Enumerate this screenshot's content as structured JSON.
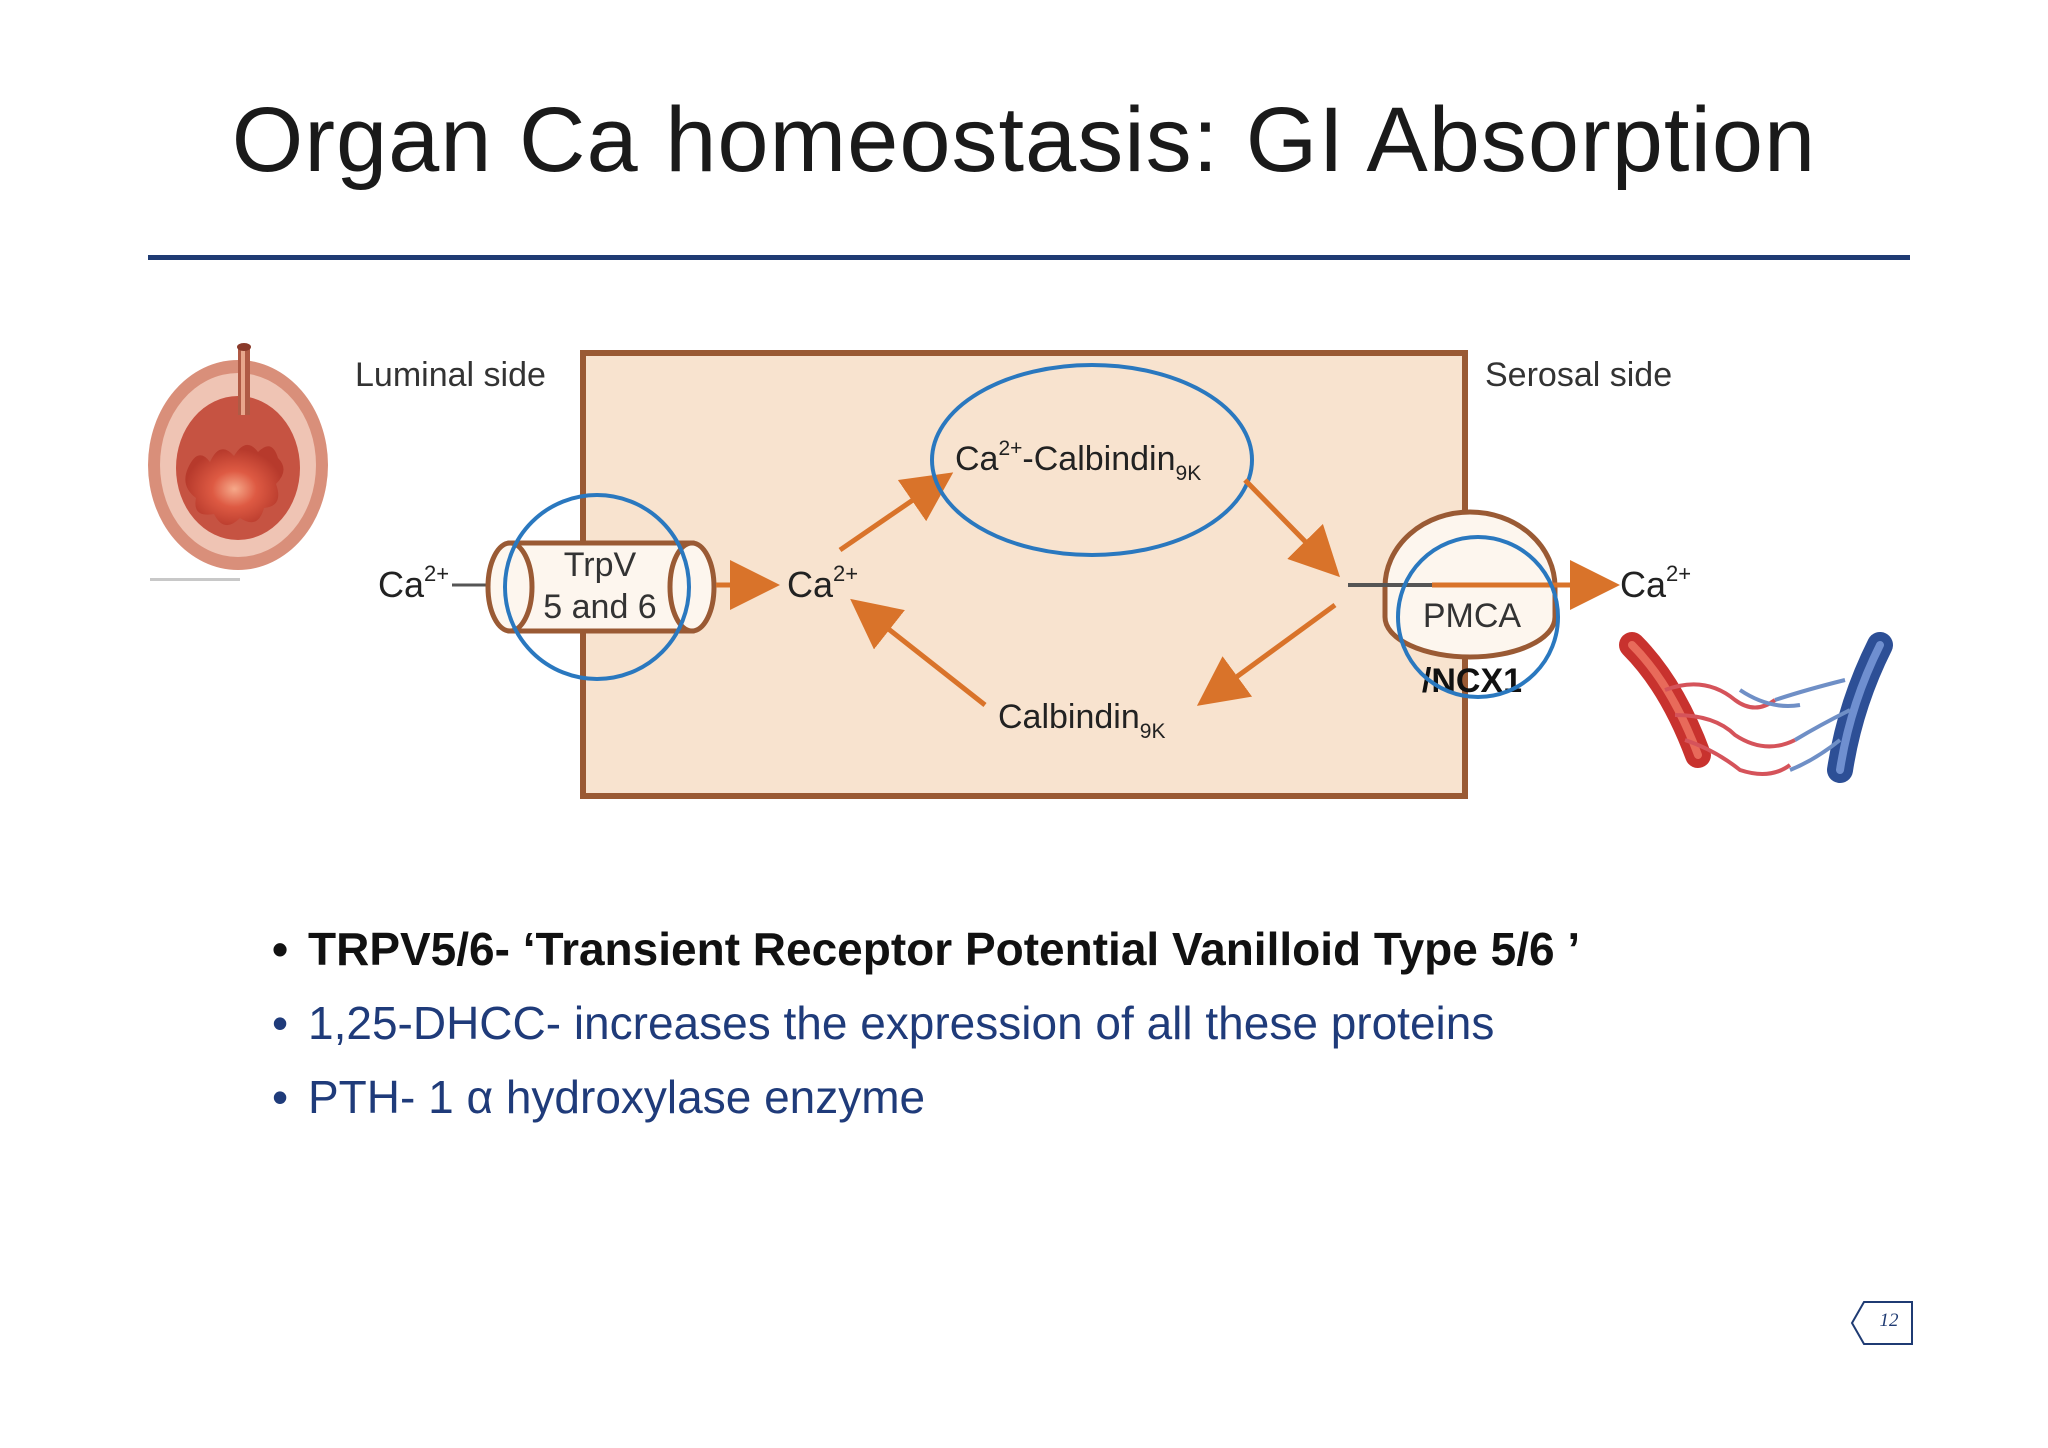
{
  "title": "Organ Ca homeostasis: GI Absorption",
  "diagram": {
    "luminal_label": "Luminal side",
    "serosal_label": "Serosal side",
    "ca_left": "Ca",
    "ca_mid": "Ca",
    "ca_right": "Ca",
    "charge": "2+",
    "trpv_line1": "TrpV",
    "trpv_line2": "5 and 6",
    "calbindin_bound_prefix": "Ca",
    "calbindin_bound_main": "-Calbindin",
    "calbindin_bound_sub": "9K",
    "calbindin_free_main": "Calbindin",
    "calbindin_free_sub": "9K",
    "pmca": "PMCA",
    "ncx1": "/NCX1",
    "colors": {
      "cell_fill": "#f8e3cf",
      "cell_border": "#9a5a34",
      "arrow": "#d9732a",
      "highlight_circle": "#2a78bf"
    }
  },
  "bullets": [
    "TRPV5/6- ‘Transient Receptor Potential Vanilloid Type 5/6 ’",
    "1,25-DHCC- increases the expression of all these proteins",
    "PTH- 1 α hydroxylase enzyme"
  ],
  "page_number": "12"
}
